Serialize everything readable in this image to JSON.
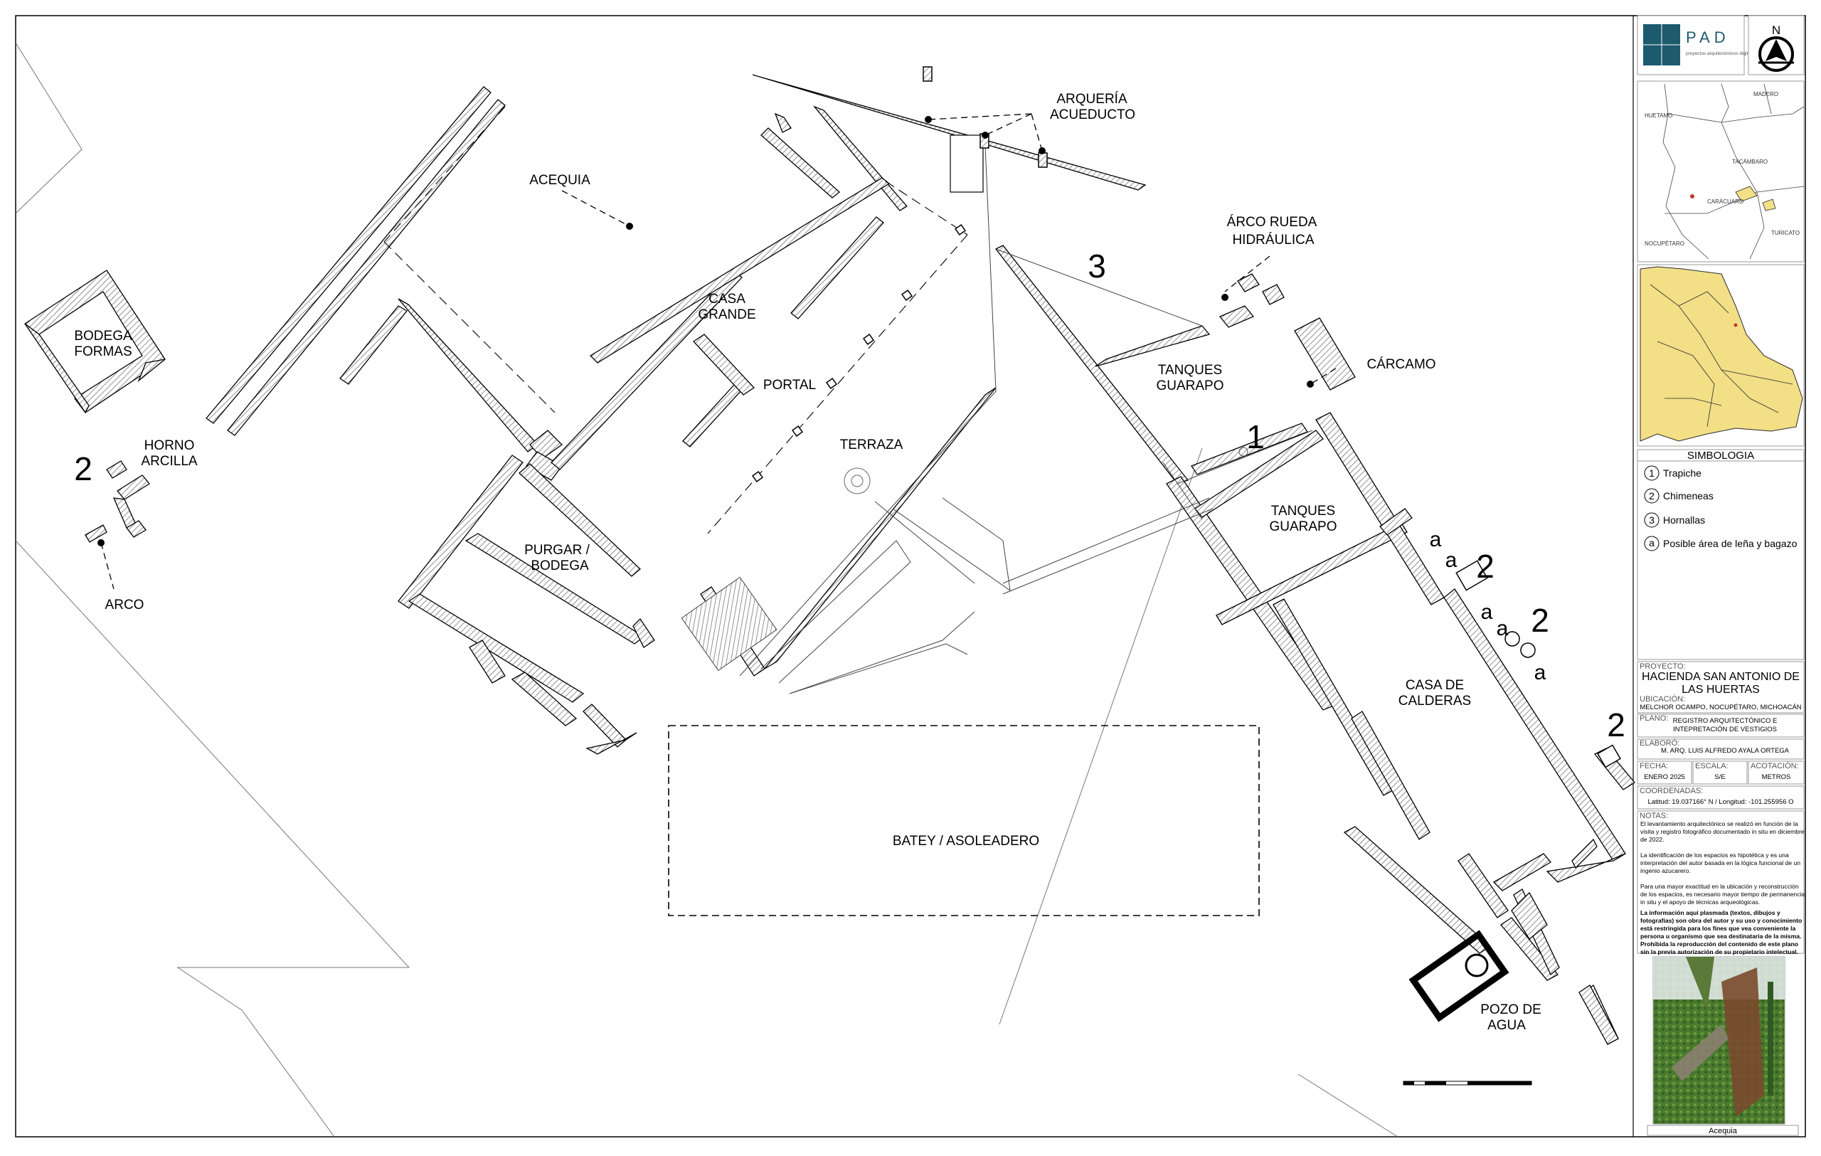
{
  "labels": {
    "bodega_formas": [
      "BODEGA",
      "FORMAS"
    ],
    "horno_arcilla": [
      "HORNO",
      "ARCILLA"
    ],
    "arco": "ARCO",
    "acequia": "ACEQUIA",
    "casa_grande": [
      "CASA",
      "GRANDE"
    ],
    "portal": "PORTAL",
    "terraza": "TERRAZA",
    "purgar_bodega": [
      "PURGAR /",
      "BODEGA"
    ],
    "arqueria": [
      "ARQUERÍA",
      "ACUEDUCTO"
    ],
    "arco_rueda": [
      "ÁRCO RUEDA",
      "HIDRÁULICA"
    ],
    "tanques_1": [
      "TANQUES",
      "GUARAPO"
    ],
    "tanques_2": [
      "TANQUES",
      "GUARAPO"
    ],
    "carcamo": "CÁRCAMO",
    "casa_calderas": [
      "CASA DE",
      "CALDERAS"
    ],
    "batey": "BATEY / ASOLEADERO",
    "pozo": [
      "POZO DE",
      "AGUA"
    ]
  },
  "markers": {
    "n1": "1",
    "n2": "2",
    "n3": "3",
    "a": "a"
  },
  "sidebar": {
    "logo_text": "PAD",
    "logo_sub": "proyectos arquitectónicos digitales",
    "north": "N",
    "simbologia_title": "SIMBOLOGIA",
    "symbols": [
      {
        "key": "1",
        "label": "Trapiche"
      },
      {
        "key": "2",
        "label": "Chimeneas"
      },
      {
        "key": "3",
        "label": "Hornallas"
      },
      {
        "key": "a",
        "label": "Posible área de leña y bagazo"
      }
    ],
    "proyecto_cap": "PROYECTO:",
    "proyecto": [
      "HACIENDA SAN ANTONIO DE",
      "LAS HUERTAS"
    ],
    "ubicacion_cap": "UBICACIÓN:",
    "ubicacion": "MELCHOR OCAMPO, NOCUPÉTARO, MICHOACÁN",
    "plano_cap": "PLANO:",
    "plano": [
      "REGISTRO ARQUITECTÓNICO E",
      "INTEPRETACIÓN DE VESTIGIOS"
    ],
    "elaboro_cap": "ELABORÓ:",
    "elaboro": "M. ARQ. LUIS ALFREDO AYALA ORTEGA",
    "fecha_cap": "FECHA:",
    "fecha": "ENERO 2025",
    "escala_cap": "ESCALA:",
    "escala": "S/E",
    "acotacion_cap": "ACOTACIÓN:",
    "acotacion": "METROS",
    "coordenadas_cap": "COORDENADAS:",
    "coordenadas": "Latitud: 19.037166° N / Longitud: -101.255956 O",
    "notas_cap": "NOTAS:",
    "notas": [
      "El levantamiento arquitectónico se realizó en función de la",
      "visita y registro fotográfico documentado in situ en diciembre",
      "de 2022.",
      "",
      "La identificación de los espacios es hipotética y es una",
      "interpretación del autor basada en la lógica funcional de un",
      "ingenio azucarero.",
      "",
      "Para una mayor exactitud en la ubicación y reconstrucción",
      "de los espacios, es necesario mayor tiempo de permanencia",
      "in situ y el apoyo de técnicas arqueológicas."
    ],
    "notas_bold": [
      "La información aquí plasmada (textos, dibujos y",
      "fotografías) son obra del autor y su uso y conocimiento",
      "está restringida para los fines que vea conveniente la",
      "persona u organismo que sea destinataria de la misma.",
      "Prohibida la reproducción del contenido de este plano",
      "sin la previa autorización de su propietario intelectual."
    ],
    "photo_caption": "Acequia",
    "map_labels": [
      "HUETAMO",
      "MADERO",
      "TACÁMBARO",
      "TURICATO",
      "NOCUPÉTARO",
      "CARÁCUARO"
    ]
  },
  "colors": {
    "map_fill": "#f2df86",
    "map_line": "#2b2b2b",
    "logo": "#1d5a6e",
    "wall_hatch": "#bdbdbd",
    "photo_green": "#4a7a2e"
  }
}
